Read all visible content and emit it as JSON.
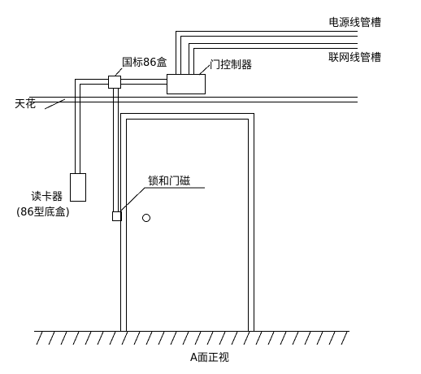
{
  "labels": {
    "power_conduit": "电源线管槽",
    "network_conduit": "联网线管槽",
    "junction_box": "国标86盒",
    "door_controller": "门控制器",
    "ceiling": "天花",
    "lock_and_sensor": "锁和门磁",
    "card_reader": "读卡器",
    "card_reader_box": "(86型底盒)",
    "view_caption": "A面正视"
  }
}
